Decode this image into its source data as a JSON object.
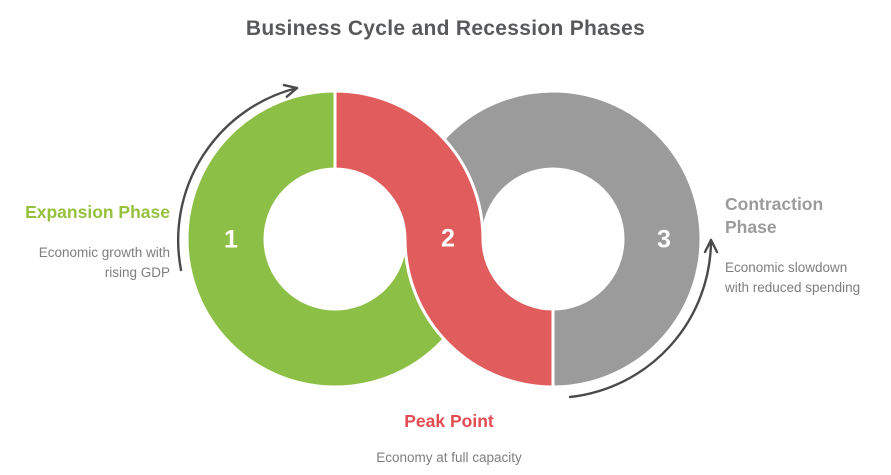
{
  "title": "Business Cycle and Recession Phases",
  "colors": {
    "green": "#8cbf45",
    "red": "#e15c5c",
    "gray": "#9b9b9b",
    "green_text": "#95c13f",
    "red_text": "#e14b51",
    "gray_text": "#9b9b9b",
    "title_gray": "#58595b",
    "body_gray": "#7e7e7e",
    "arrow_gray": "#4a4a4a"
  },
  "phases": [
    {
      "number": "1",
      "label": "Expansion Phase",
      "description_lines": [
        "Economic growth with",
        "rising GDP"
      ]
    },
    {
      "number": "2",
      "label": "Peak Point",
      "description_lines": [
        "Economy at full capacity"
      ]
    },
    {
      "number": "3",
      "label": "Contraction Phase",
      "description_lines": [
        "Economic slowdown",
        "with reduced spending"
      ]
    }
  ],
  "icons": {
    "left_arrow": "curved-cycle-arrow",
    "right_arrow": "curved-cycle-arrow"
  }
}
